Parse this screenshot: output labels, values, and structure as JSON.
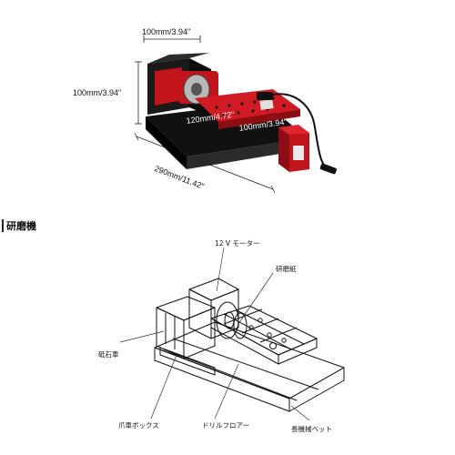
{
  "product": {
    "dimensions": {
      "top_width": "100mm/3.94\"",
      "height": "100mm/3.94\"",
      "bed_length": "120mm/4.72\"",
      "bed_width": "100mm/3.94\"",
      "total_length": "290mm/11.42\""
    },
    "colors": {
      "body": "#1a1a1a",
      "accent": "#c4141b",
      "plate": "#2b2b2b"
    }
  },
  "section": {
    "title": "研磨機"
  },
  "diagram": {
    "labels": {
      "motor": "12 V モーター",
      "sandpaper": "研磨紙",
      "grindstone": "砥石車",
      "headstock": "爪車ボックス",
      "drill_floor": "ドリルフロアー",
      "bed": "長機械ベット"
    }
  }
}
